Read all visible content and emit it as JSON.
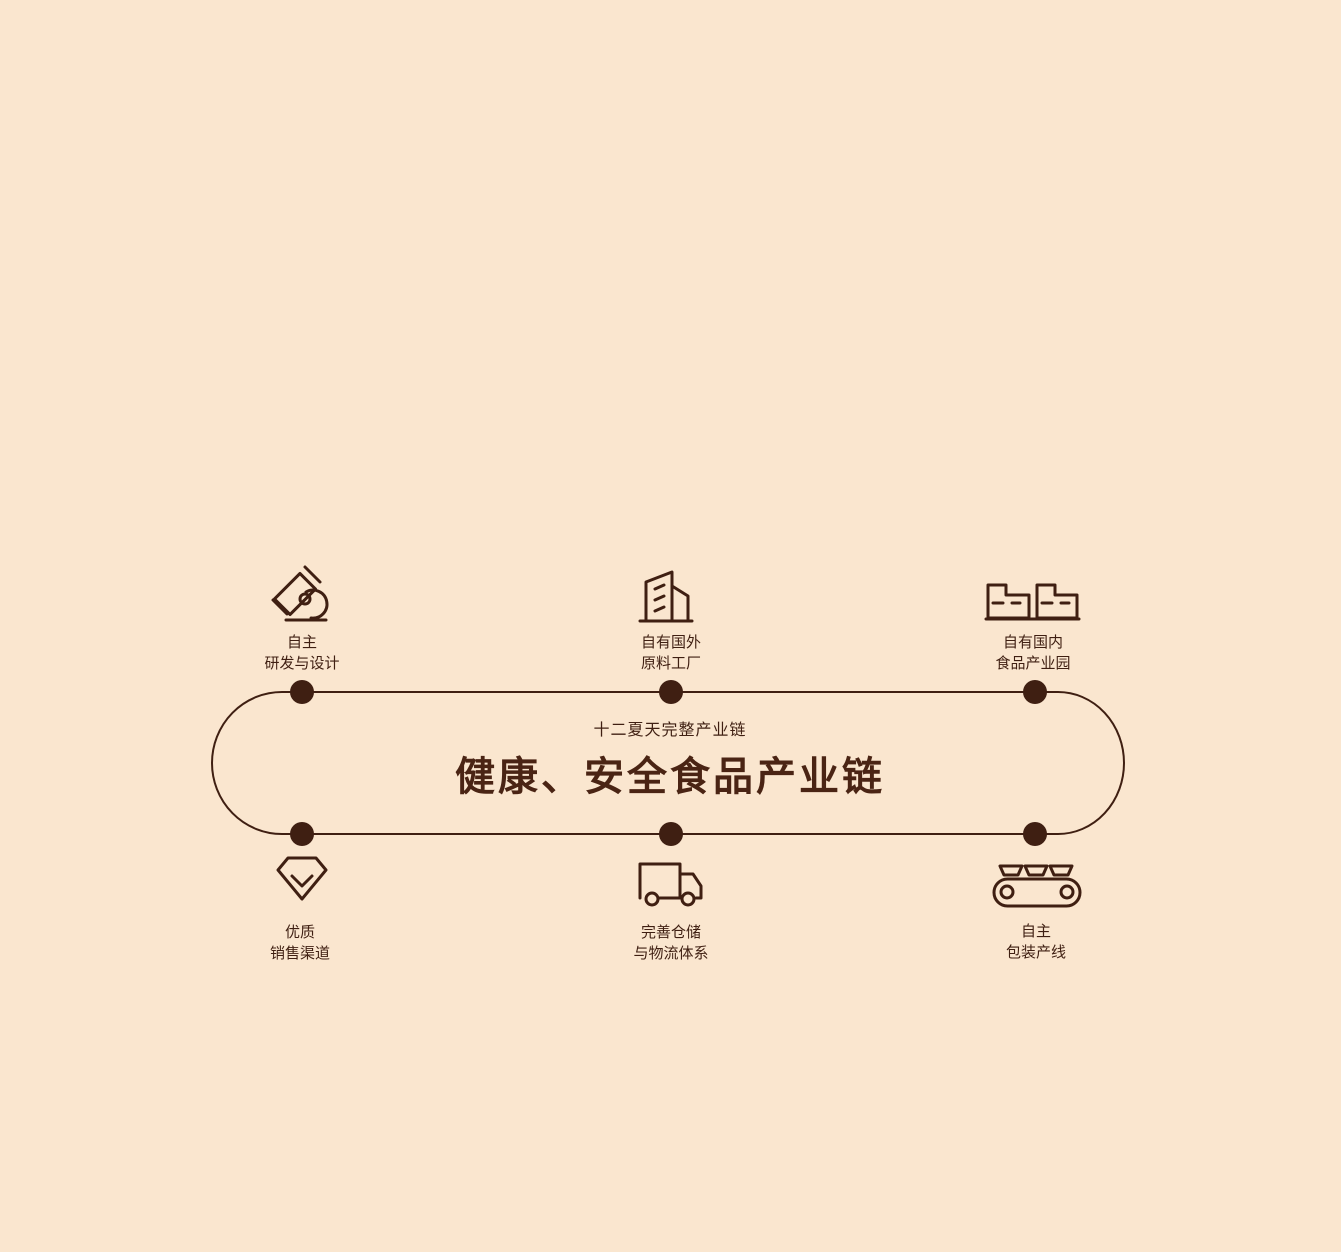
{
  "header": {
    "subtitle": "十二夏天完整产业链",
    "title": "健康、安全食品产业链"
  },
  "colors": {
    "background": "#fae6cf",
    "primary": "#3f1f12"
  },
  "nodes_top": [
    {
      "icon": "microscope-icon",
      "line1": "自主",
      "line2": "研发与设计"
    },
    {
      "icon": "building-icon",
      "line1": "自有国外",
      "line2": "原料工厂"
    },
    {
      "icon": "factory-icon",
      "line1": "自有国内",
      "line2": "食品产业园"
    }
  ],
  "nodes_bottom": [
    {
      "icon": "diamond-icon",
      "line1": "优质",
      "line2": "销售渠道"
    },
    {
      "icon": "truck-icon",
      "line1": "完善仓储",
      "line2": "与物流体系"
    },
    {
      "icon": "conveyor-icon",
      "line1": "自主",
      "line2": "包装产线"
    }
  ]
}
